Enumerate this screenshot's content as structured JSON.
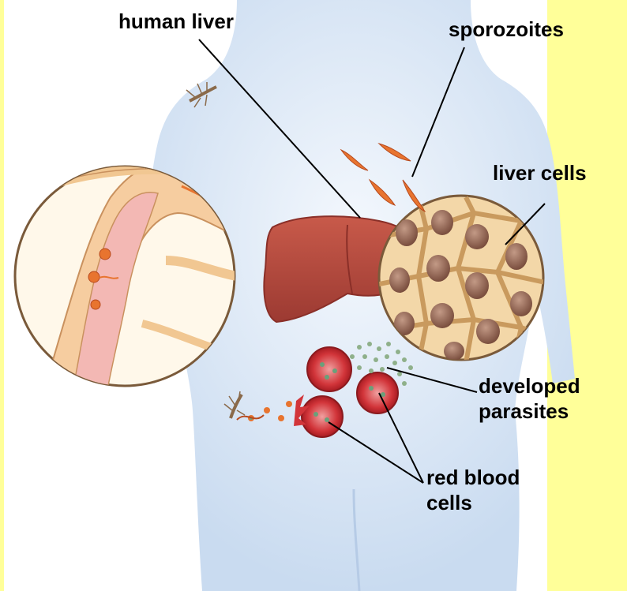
{
  "labels": {
    "human_liver": "human liver",
    "sporozoites": "sporozoites",
    "liver_cells": "liver cells",
    "developed_parasites_line1": "developed",
    "developed_parasites_line2": "parasites",
    "red_blood_cells_line1": "red blood",
    "red_blood_cells_line2": "cells"
  },
  "colors": {
    "background": "#ffff99",
    "body_panel": "#d6e4f5",
    "liver": "#b84a3e",
    "liver_cell_fill": "#f3d7a8",
    "nucleus": "#9c6e5a",
    "sporozoite": "#e8742f",
    "blood_cell": "#c8242b",
    "parasite": "#6aa07a"
  },
  "icons": [
    "mosquito-icon",
    "mosquito-icon"
  ]
}
